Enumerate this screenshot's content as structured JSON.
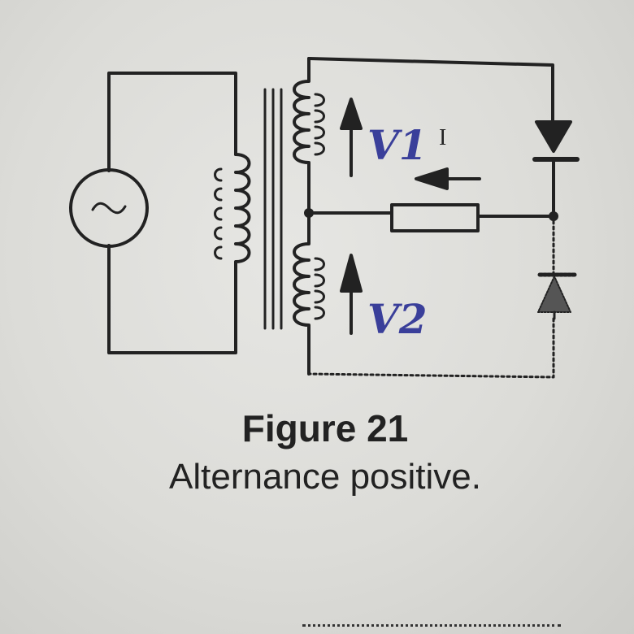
{
  "figure": {
    "title": "Figure 21",
    "subtitle": "Alternance positive."
  },
  "annotations": {
    "v1": "V1",
    "v2": "V2",
    "current": "I",
    "source_symbol": "~"
  },
  "colors": {
    "ink": "#222222",
    "handwriting": "#3a3f9a",
    "paper": "#e3e3e0"
  },
  "icons": [
    "ac-source-icon",
    "transformer-icon",
    "diode-icon",
    "resistor-icon",
    "arrow-icon"
  ]
}
